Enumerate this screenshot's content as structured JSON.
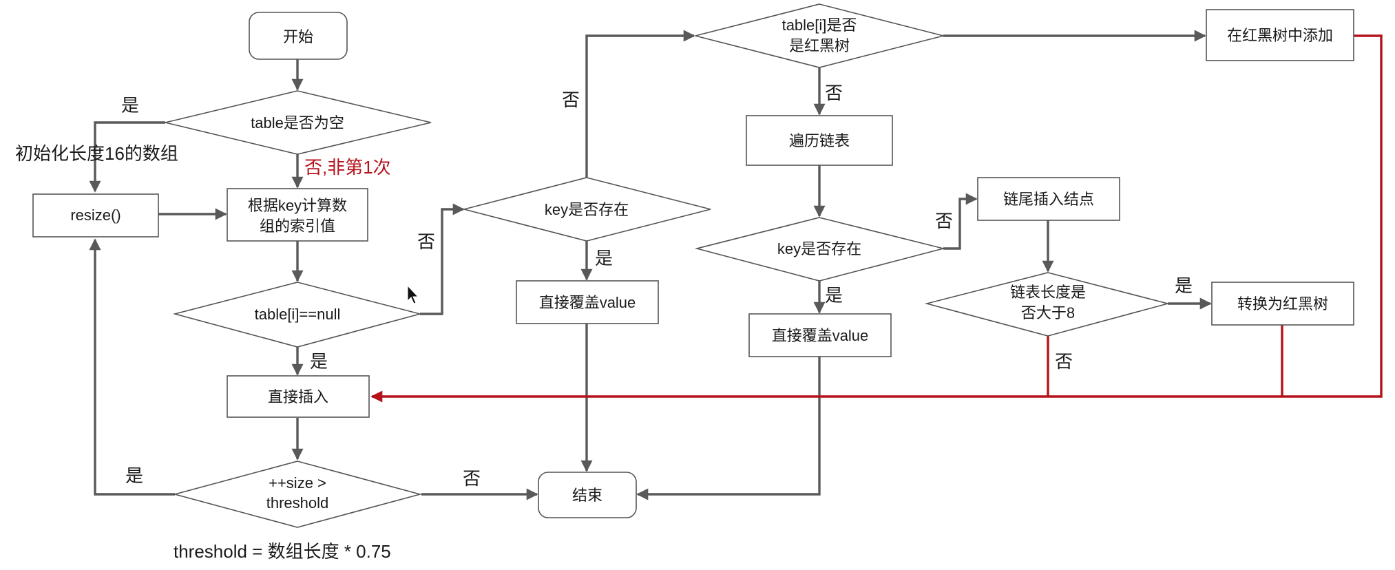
{
  "nodes": {
    "start": "开始",
    "table_empty": "table是否为空",
    "init_array": "初始化长度16的数组",
    "resize": "resize()",
    "calc_index_l1": "根据key计算数",
    "calc_index_l2": "组的索引值",
    "table_i_null": "table[i]==null",
    "direct_insert": "直接插入",
    "size_check_l1": "++size >",
    "size_check_l2": "threshold",
    "threshold_formula": "threshold = 数组长度 * 0.75",
    "end": "结束",
    "key_exists_1": "key是否存在",
    "overwrite_1": "直接覆盖value",
    "is_tree_l1": "table[i]是否",
    "is_tree_l2": "是红黑树",
    "tree_add": "在红黑树中添加",
    "traverse_list": "遍历链表",
    "key_exists_2": "key是否存在",
    "overwrite_2": "直接覆盖value",
    "tail_insert": "链尾插入结点",
    "list_len_l1": "链表长度是",
    "list_len_l2": "否大于8",
    "to_tree": "转换为红黑树"
  },
  "edge_labels": {
    "empty_yes": "是",
    "empty_no_first": "否,非第1次",
    "null_yes": "是",
    "null_no": "否",
    "key1_yes": "是",
    "key1_no": "否",
    "tree_no": "否",
    "key2_yes": "是",
    "key2_no": "否",
    "len_yes": "是",
    "len_no": "否",
    "size_yes": "是",
    "size_no": "否"
  },
  "colors": {
    "line": "#595959",
    "highlight": "#b5121b",
    "box_border": "#555555"
  }
}
